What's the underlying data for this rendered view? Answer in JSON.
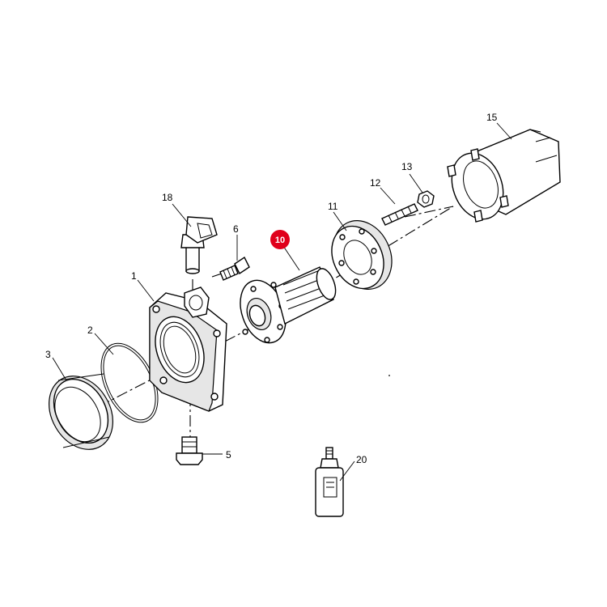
{
  "callouts": [
    {
      "id": "1",
      "text": "1"
    },
    {
      "id": "2",
      "text": "2"
    },
    {
      "id": "3",
      "text": "3"
    },
    {
      "id": "5",
      "text": "5"
    },
    {
      "id": "6",
      "text": "6"
    },
    {
      "id": "10",
      "text": "10",
      "highlighted": true
    },
    {
      "id": "11",
      "text": "11"
    },
    {
      "id": "12",
      "text": "12"
    },
    {
      "id": "13",
      "text": "13"
    },
    {
      "id": "15",
      "text": "15"
    },
    {
      "id": "18",
      "text": "18"
    },
    {
      "id": "20",
      "text": "20"
    }
  ],
  "colors": {
    "line": "#000000",
    "background": "#ffffff",
    "highlight": "#e0001b",
    "highlight_text": "#ffffff"
  },
  "icons": {
    "highlight_marker": "red-circle-marker"
  }
}
